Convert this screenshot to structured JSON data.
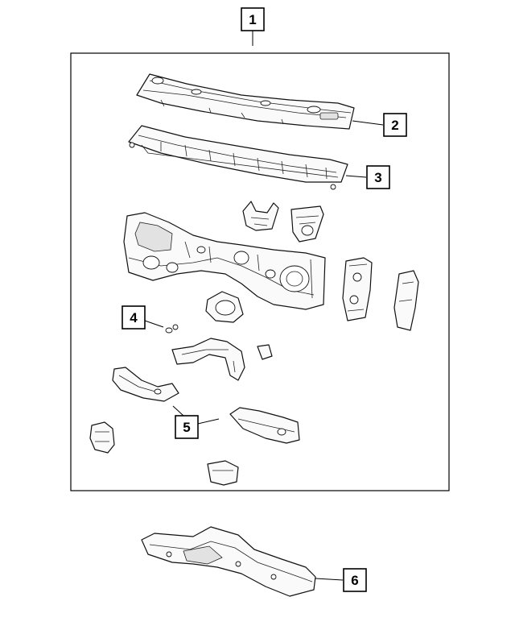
{
  "callouts": [
    {
      "id": "callout-1",
      "label": "1"
    },
    {
      "id": "callout-2",
      "label": "2"
    },
    {
      "id": "callout-3",
      "label": "3"
    },
    {
      "id": "callout-4",
      "label": "4"
    },
    {
      "id": "callout-5",
      "label": "5"
    },
    {
      "id": "callout-6",
      "label": "6"
    }
  ]
}
